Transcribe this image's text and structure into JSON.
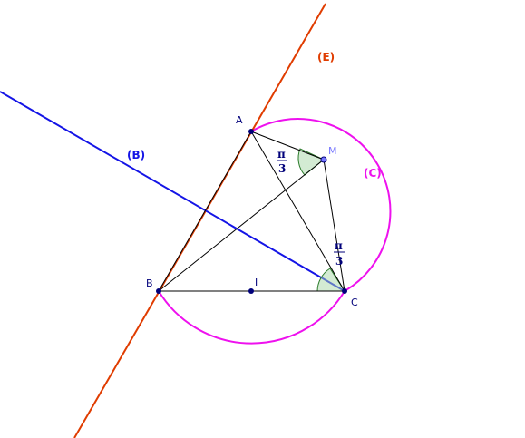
{
  "colors": {
    "line_E": "#e03c00",
    "line_B": "#1414e6",
    "circle_C": "#ee11ee",
    "points": "#00007a",
    "point_M": "#5555ff",
    "angle_fill": "#a8d8a8",
    "angle_stroke": "#2a7a2a",
    "segments": "#000000",
    "label_dark": "#00007a",
    "label_M": "#7777ff"
  },
  "labels": {
    "A": "A",
    "B": "B",
    "C": "C",
    "I": "I",
    "M": "M",
    "line_E": "(E)",
    "line_B": "(B)",
    "circle_C": "(C)",
    "angle_M_num": "π",
    "angle_M_den": "3",
    "angle_C_num": "π",
    "angle_C_den": "3"
  }
}
